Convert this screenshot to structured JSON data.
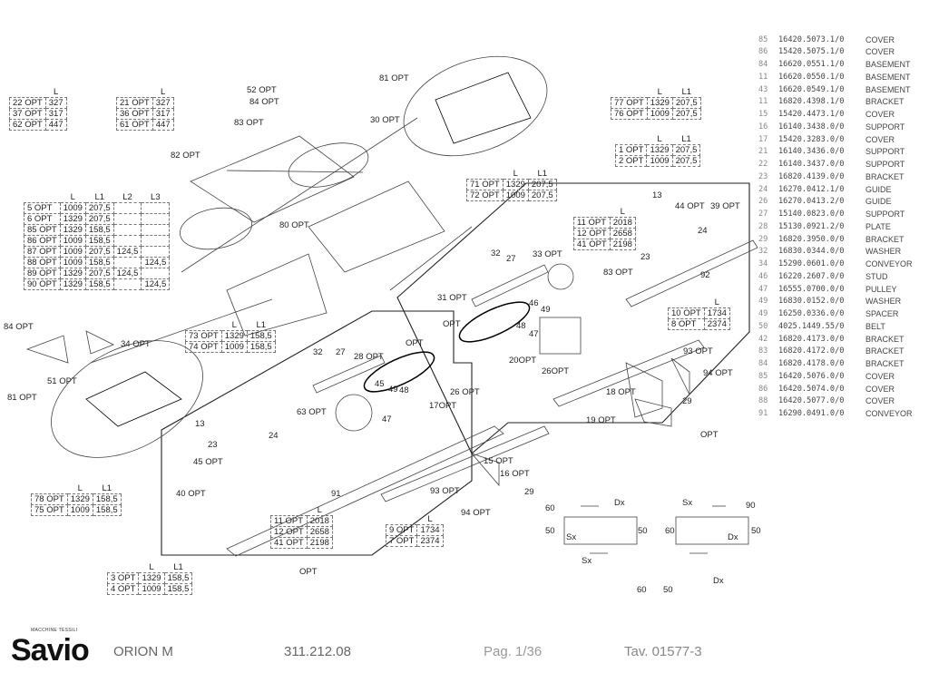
{
  "footer": {
    "brand": "Savio",
    "brand_sub": "MACCHINE TESSILI",
    "model": "ORION M",
    "drawing_number": "311.212.08",
    "page": "Pag. 1/36",
    "table_ref": "Tav. 01577-3"
  },
  "tables": {
    "t1": {
      "header": [
        "",
        "L"
      ],
      "rows": [
        [
          "22 OPT",
          "327"
        ],
        [
          "37 OPT",
          "317"
        ],
        [
          "62 OPT",
          "447"
        ]
      ]
    },
    "t2": {
      "header": [
        "",
        "L"
      ],
      "rows": [
        [
          "21 OPT",
          "327"
        ],
        [
          "36 OPT",
          "317"
        ],
        [
          "61 OPT",
          "447"
        ]
      ]
    },
    "t3": {
      "header": [
        "",
        "L",
        "L1",
        "L2",
        "L3"
      ],
      "rows": [
        [
          "5 OPT",
          "1009",
          "207,5",
          "",
          ""
        ],
        [
          "6 OPT",
          "1329",
          "207,5",
          "",
          ""
        ],
        [
          "85 OPT",
          "1329",
          "158,5",
          "",
          ""
        ],
        [
          "86 OPT",
          "1009",
          "158,5",
          "",
          ""
        ],
        [
          "87 OPT",
          "1009",
          "207,5",
          "124,5",
          ""
        ],
        [
          "88 OPT",
          "1009",
          "158,5",
          "",
          "124,5"
        ],
        [
          "89 OPT",
          "1329",
          "207,5",
          "124,5",
          ""
        ],
        [
          "90 OPT",
          "1329",
          "158,5",
          "",
          "124,5"
        ]
      ]
    },
    "t4": {
      "header": [
        "",
        "L",
        "L1"
      ],
      "rows": [
        [
          "77 OPT",
          "1329",
          "207,5"
        ],
        [
          "76 OPT",
          "1009",
          "207,5"
        ]
      ]
    },
    "t5": {
      "header": [
        "",
        "L",
        "L1"
      ],
      "rows": [
        [
          "1 OPT",
          "1329",
          "207,5"
        ],
        [
          "2 OPT",
          "1009",
          "207,5"
        ]
      ]
    },
    "t6": {
      "header": [
        "",
        "L",
        "L1"
      ],
      "rows": [
        [
          "71 OPT",
          "1329",
          "207,5"
        ],
        [
          "72 OPT",
          "1009",
          "207,5"
        ]
      ]
    },
    "t7": {
      "header": [
        "",
        "L"
      ],
      "rows": [
        [
          "11 OPT",
          "2018"
        ],
        [
          "12 OPT",
          "2658"
        ],
        [
          "41 OPT",
          "2198"
        ]
      ]
    },
    "t8": {
      "header": [
        "",
        "L"
      ],
      "rows": [
        [
          "10 OPT",
          "1734"
        ],
        [
          "8 OPT",
          "2374"
        ]
      ]
    },
    "t9": {
      "header": [
        "",
        "L",
        "L1"
      ],
      "rows": [
        [
          "73 OPT",
          "1329",
          "158,5"
        ],
        [
          "74 OPT",
          "1009",
          "158,5"
        ]
      ]
    },
    "t10": {
      "header": [
        "",
        "L",
        "L1"
      ],
      "rows": [
        [
          "78 OPT",
          "1329",
          "158,5"
        ],
        [
          "75 OPT",
          "1009",
          "158,5"
        ]
      ]
    },
    "t11": {
      "header": [
        "",
        "L"
      ],
      "rows": [
        [
          "11 OPT",
          "2018"
        ],
        [
          "12 OPT",
          "2658"
        ],
        [
          "41 OPT",
          "2198"
        ]
      ]
    },
    "t12": {
      "header": [
        "",
        "L"
      ],
      "rows": [
        [
          "9 OPT",
          "1734"
        ],
        [
          "7 OPT",
          "2374"
        ]
      ]
    },
    "t13": {
      "header": [
        "",
        "L",
        "L1"
      ],
      "rows": [
        [
          "3 OPT",
          "1329",
          "158,5"
        ],
        [
          "4 OPT",
          "1009",
          "158,5"
        ]
      ]
    }
  },
  "callouts": [
    "81 OPT",
    "52 OPT",
    "84 OPT",
    "83 OPT",
    "82 OPT",
    "30 OPT",
    "13",
    "44 OPT",
    "39 OPT",
    "24",
    "23",
    "83 OPT",
    "92",
    "32",
    "27",
    "33 OPT",
    "31 OPT",
    "46",
    "49",
    "48",
    "47",
    "OPT",
    "80 OPT",
    "84 OPT",
    "34 OPT",
    "51 OPT",
    "81 OPT",
    "32",
    "27",
    "28 OPT",
    "OPT",
    "20OPT",
    "26OPT",
    "93 OPT",
    "94 OPT",
    "18 OPT",
    "29",
    "19 OPT",
    "OPT",
    "45",
    "49",
    "48",
    "47",
    "63 OPT",
    "26 OPT",
    "17OPT",
    "13",
    "23",
    "24",
    "45 OPT",
    "40 OPT",
    "91",
    "93 OPT",
    "94 OPT",
    "15 OPT",
    "16 OPT",
    "29",
    "OPT",
    "60",
    "Dx",
    "Sx",
    "90",
    "50",
    "50",
    "60",
    "Dx",
    "Sx",
    "50",
    "Sx",
    "Dx",
    "60",
    "50"
  ],
  "parts_list": {
    "header": [
      [
        "",
        "",
        ""
      ],
      [
        "",
        "",
        ""
      ]
    ],
    "rows": [
      {
        "pos": "85",
        "code": "16420.5073.1/0",
        "desc": "COVER"
      },
      {
        "pos": "86",
        "code": "15420.5075.1/0",
        "desc": "COVER"
      },
      {
        "pos": "84",
        "code": "16620.0551.1/0",
        "desc": "BASEMENT"
      },
      {
        "pos": "11",
        "code": "16620.0550.1/0",
        "desc": "BASEMENT"
      },
      {
        "pos": "43",
        "code": "16620.0549.1/0",
        "desc": "BASEMENT"
      },
      {
        "pos": "11",
        "code": "16820.4398.1/0",
        "desc": "BRACKET"
      },
      {
        "pos": "15",
        "code": "15420.4473.1/0",
        "desc": "COVER"
      },
      {
        "pos": "16",
        "code": "16140.3438.0/0",
        "desc": "SUPPORT"
      },
      {
        "pos": "17",
        "code": "15420.3283.0/0",
        "desc": "COVER"
      },
      {
        "pos": "21",
        "code": "16140.3436.0/0",
        "desc": "SUPPORT"
      },
      {
        "pos": "22",
        "code": "16140.3437.0/0",
        "desc": "SUPPORT"
      },
      {
        "pos": "23",
        "code": "16820.4139.0/0",
        "desc": "BRACKET"
      },
      {
        "pos": "24",
        "code": "16270.0412.1/0",
        "desc": "GUIDE"
      },
      {
        "pos": "26",
        "code": "16270.0413.2/0",
        "desc": "GUIDE"
      },
      {
        "pos": "27",
        "code": "15140.0823.0/0",
        "desc": "SUPPORT"
      },
      {
        "pos": "28",
        "code": "15130.0921.2/0",
        "desc": "PLATE"
      },
      {
        "pos": "29",
        "code": "16820.3950.0/0",
        "desc": "BRACKET"
      },
      {
        "pos": "32",
        "code": "16830.0344.0/0",
        "desc": "WASHER"
      },
      {
        "pos": "34",
        "code": "15290.0601.0/0",
        "desc": "CONVEYOR"
      },
      {
        "pos": "46",
        "code": "16220.2607.0/0",
        "desc": "STUD"
      },
      {
        "pos": "47",
        "code": "16555.0700.0/0",
        "desc": "PULLEY"
      },
      {
        "pos": "49",
        "code": "16830.0152.0/0",
        "desc": "WASHER"
      },
      {
        "pos": "49",
        "code": "16250.0336.0/0",
        "desc": "SPACER"
      },
      {
        "pos": "50",
        "code": "4025.1449.55/0",
        "desc": "BELT"
      },
      {
        "pos": "42",
        "code": "16820.4173.0/0",
        "desc": "BRACKET"
      },
      {
        "pos": "83",
        "code": "16820.4172.0/0",
        "desc": "BRACKET"
      },
      {
        "pos": "84",
        "code": "16820.4178.0/0",
        "desc": "BRACKET"
      },
      {
        "pos": "85",
        "code": "16420.5076.0/0",
        "desc": "COVER"
      },
      {
        "pos": "86",
        "code": "16420.5074.0/0",
        "desc": "COVER"
      },
      {
        "pos": "88",
        "code": "16420.5077.0/0",
        "desc": "COVER"
      },
      {
        "pos": "91",
        "code": "16290.0491.0/0",
        "desc": "CONVEYOR"
      }
    ]
  }
}
